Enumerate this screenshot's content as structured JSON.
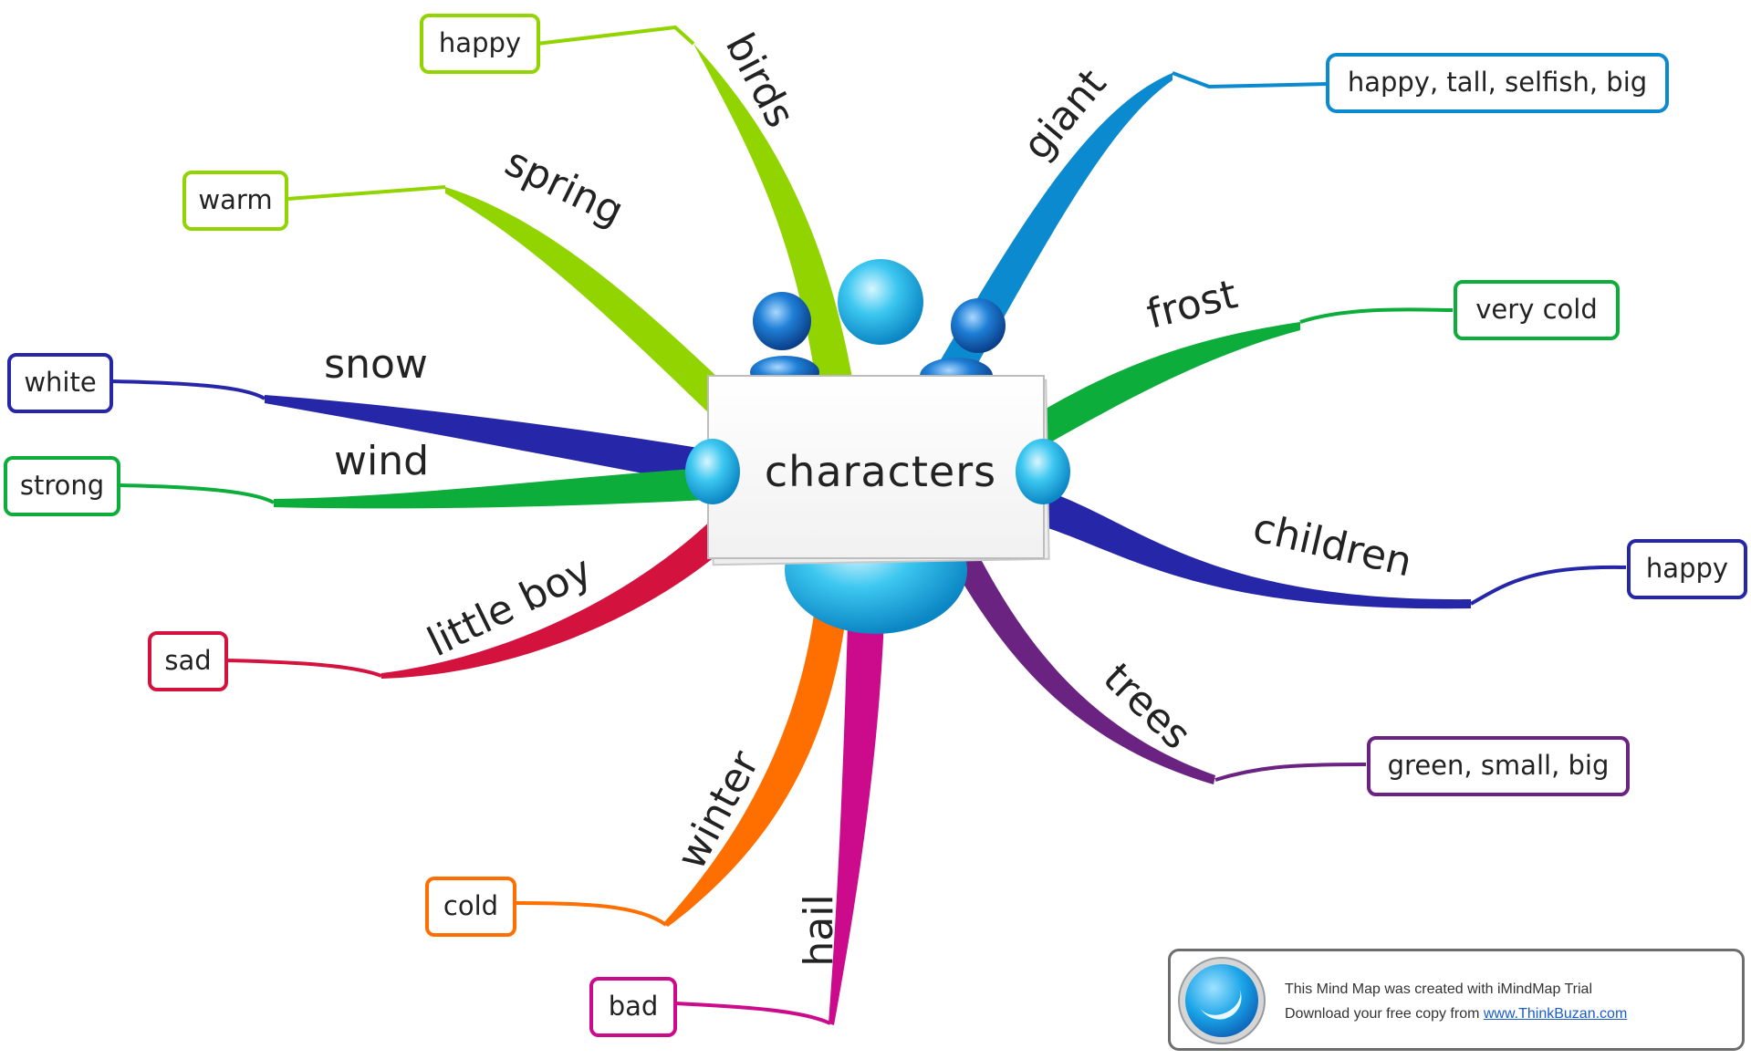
{
  "center": {
    "label": "characters"
  },
  "branches": [
    {
      "id": "birds",
      "label": "birds",
      "color": "#92d400",
      "leaf": "happy"
    },
    {
      "id": "giant",
      "label": "giant",
      "color": "#0b8ad0",
      "leaf": "happy, tall, selfish, big"
    },
    {
      "id": "spring",
      "label": "spring",
      "color": "#92d400",
      "leaf": "warm"
    },
    {
      "id": "frost",
      "label": "frost",
      "color": "#0cad3a",
      "leaf": "very cold"
    },
    {
      "id": "snow",
      "label": "snow",
      "color": "#2626a8",
      "leaf": "white"
    },
    {
      "id": "wind",
      "label": "wind",
      "color": "#0cad3a",
      "leaf": "strong"
    },
    {
      "id": "children",
      "label": "children",
      "color": "#2626a8",
      "leaf": "happy"
    },
    {
      "id": "little-boy",
      "label": "little boy",
      "color": "#d4123e",
      "leaf": "sad"
    },
    {
      "id": "trees",
      "label": "trees",
      "color": "#6b2382",
      "leaf": "green, small, big"
    },
    {
      "id": "winter",
      "label": "winter",
      "color": "#ff6f00",
      "leaf": "cold"
    },
    {
      "id": "hail",
      "label": "hail",
      "color": "#cc0a8c",
      "leaf": "bad"
    }
  ],
  "trial": {
    "line1": "This Mind Map was created with iMindMap Trial",
    "line2_prefix": "Download your free copy from ",
    "link": "www.ThinkBuzan.com"
  }
}
